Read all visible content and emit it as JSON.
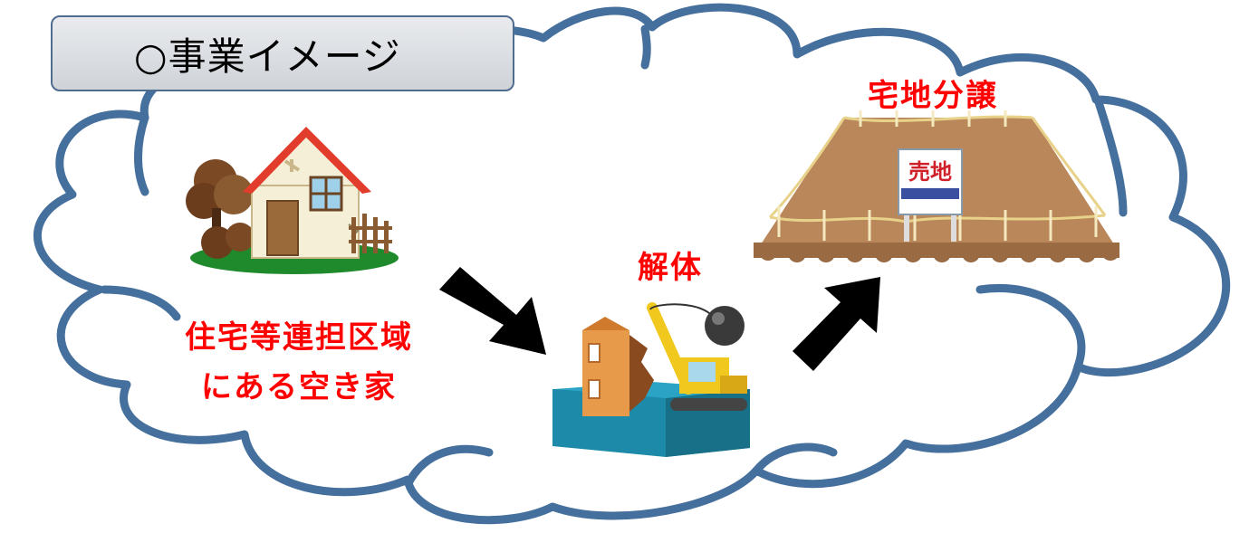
{
  "title": "○事業イメージ",
  "labels": {
    "vacant_house_line1": "住宅等連担区域",
    "vacant_house_line2": "にある空き家",
    "demolition": "解体",
    "land_sale": "宅地分譲",
    "sign_text": "売地"
  },
  "colors": {
    "cloud_outline": "#456f9c",
    "label_red": "#ff0000",
    "arrow": "#000000"
  },
  "icons": [
    "house-icon",
    "demolition-icon",
    "land-lot-icon",
    "arrow-icon"
  ]
}
